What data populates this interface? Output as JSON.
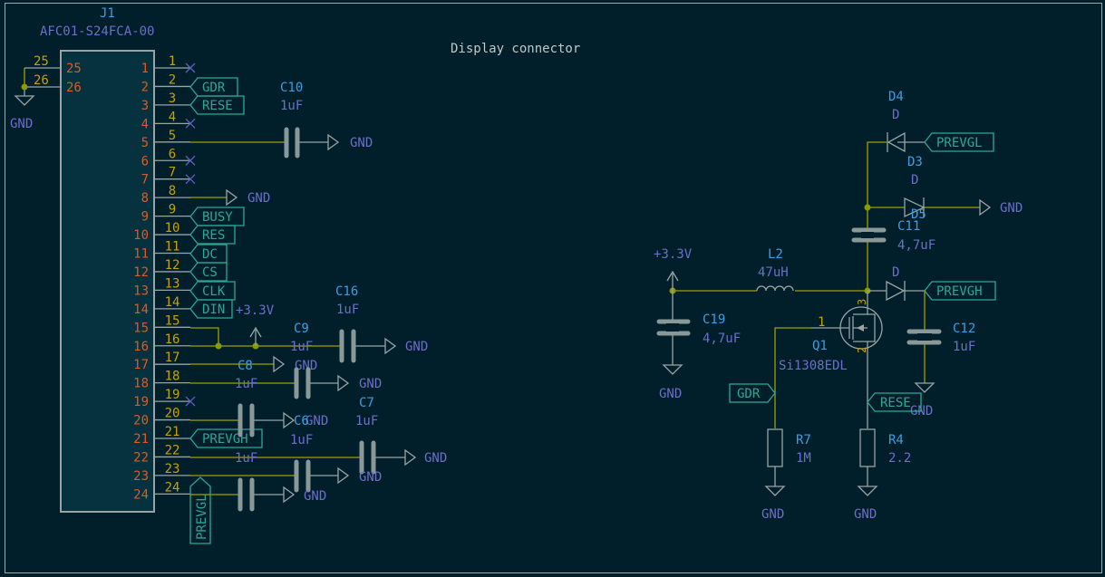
{
  "sheet": {
    "title": "Display connector"
  },
  "connector": {
    "ref": "J1",
    "value": "AFC01-S24FCA-00",
    "pins": [
      "1",
      "2",
      "3",
      "4",
      "5",
      "6",
      "7",
      "8",
      "9",
      "10",
      "11",
      "12",
      "13",
      "14",
      "15",
      "16",
      "17",
      "18",
      "19",
      "20",
      "21",
      "22",
      "23",
      "24"
    ],
    "extra_pins": [
      "25",
      "26"
    ],
    "gnd": "GND"
  },
  "net_labels": {
    "gdr": "GDR",
    "rese": "RESE",
    "busy": "BUSY",
    "res": "RES",
    "dc": "DC",
    "cs": "CS",
    "clk": "CLK",
    "din": "DIN",
    "prevgh": "PREVGH",
    "prevgl": "PREVGL"
  },
  "power": {
    "gnd": "GND",
    "vcc": "+3.3V"
  },
  "components": {
    "c10": {
      "ref": "C10",
      "value": "1uF"
    },
    "c16": {
      "ref": "C16",
      "value": "1uF"
    },
    "c9": {
      "ref": "C9",
      "value": "1uF"
    },
    "c8": {
      "ref": "C8",
      "value": "1uF"
    },
    "c7": {
      "ref": "C7",
      "value": "1uF"
    },
    "c6": {
      "ref": "C6",
      "value": "1uF"
    },
    "c5": {
      "value": "1uF"
    },
    "d4": {
      "ref": "D4",
      "value": "D"
    },
    "d3": {
      "ref": "D3",
      "value": "D"
    },
    "d5": {
      "ref": "D5",
      "value": "D"
    },
    "c11": {
      "ref": "C11",
      "value": "4,7uF"
    },
    "l2": {
      "ref": "L2",
      "value": "47uH"
    },
    "c19": {
      "ref": "C19",
      "value": "4,7uF"
    },
    "c12": {
      "ref": "C12",
      "value": "1uF"
    },
    "q1": {
      "ref": "Q1",
      "value": "Si1308EDL",
      "pins": [
        "1",
        "2",
        "3"
      ]
    },
    "r7": {
      "ref": "R7",
      "value": "1M"
    },
    "r4": {
      "ref": "R4",
      "value": "2.2"
    }
  }
}
